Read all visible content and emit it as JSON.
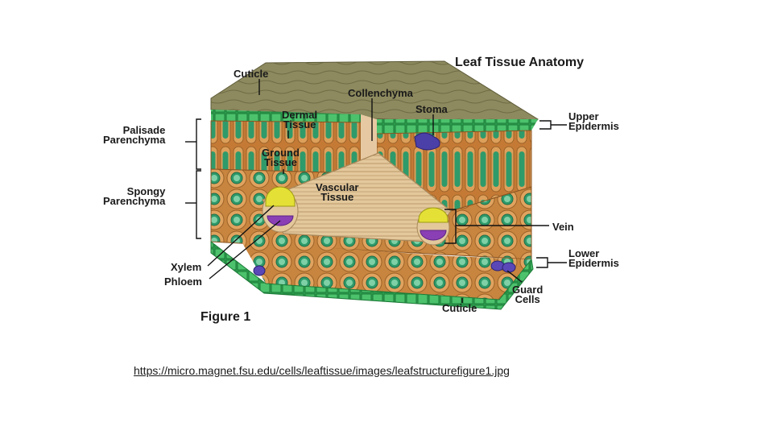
{
  "diagram": {
    "title": "Leaf Tissue Anatomy",
    "figure_caption": "Figure 1",
    "labels": {
      "cuticle_top": "Cuticle",
      "collenchyma": "Collenchyma",
      "dermal_tissue": "Dermal\nTissue",
      "stoma": "Stoma",
      "ground_tissue": "Ground\nTissue",
      "vascular_tissue": "Vascular\nTissue",
      "palisade_parenchyma": "Palisade\nParenchyma",
      "spongy_parenchyma": "Spongy\nParenchyma",
      "upper_epidermis": "Upper\nEpidermis",
      "vein": "Vein",
      "lower_epidermis": "Lower\nEpidermis",
      "xylem": "Xylem",
      "phloem": "Phloem",
      "guard_cells": "Guard\nCells",
      "cuticle_bottom": "Cuticle"
    },
    "colors": {
      "cuticle": "#8f8a5e",
      "epidermis": "#3fae5a",
      "cell_fill": "#d99a55",
      "cell_inner": "#2e9b6b",
      "vascular": "#e2c79a",
      "xylem": "#e6e23a",
      "phloem": "#8a3fb5",
      "stoma": "#4b3fa8"
    }
  },
  "source": {
    "url": "https://micro.magnet.fsu.edu/cells/leaftissue/images/leafstructurefigure1.jpg"
  }
}
